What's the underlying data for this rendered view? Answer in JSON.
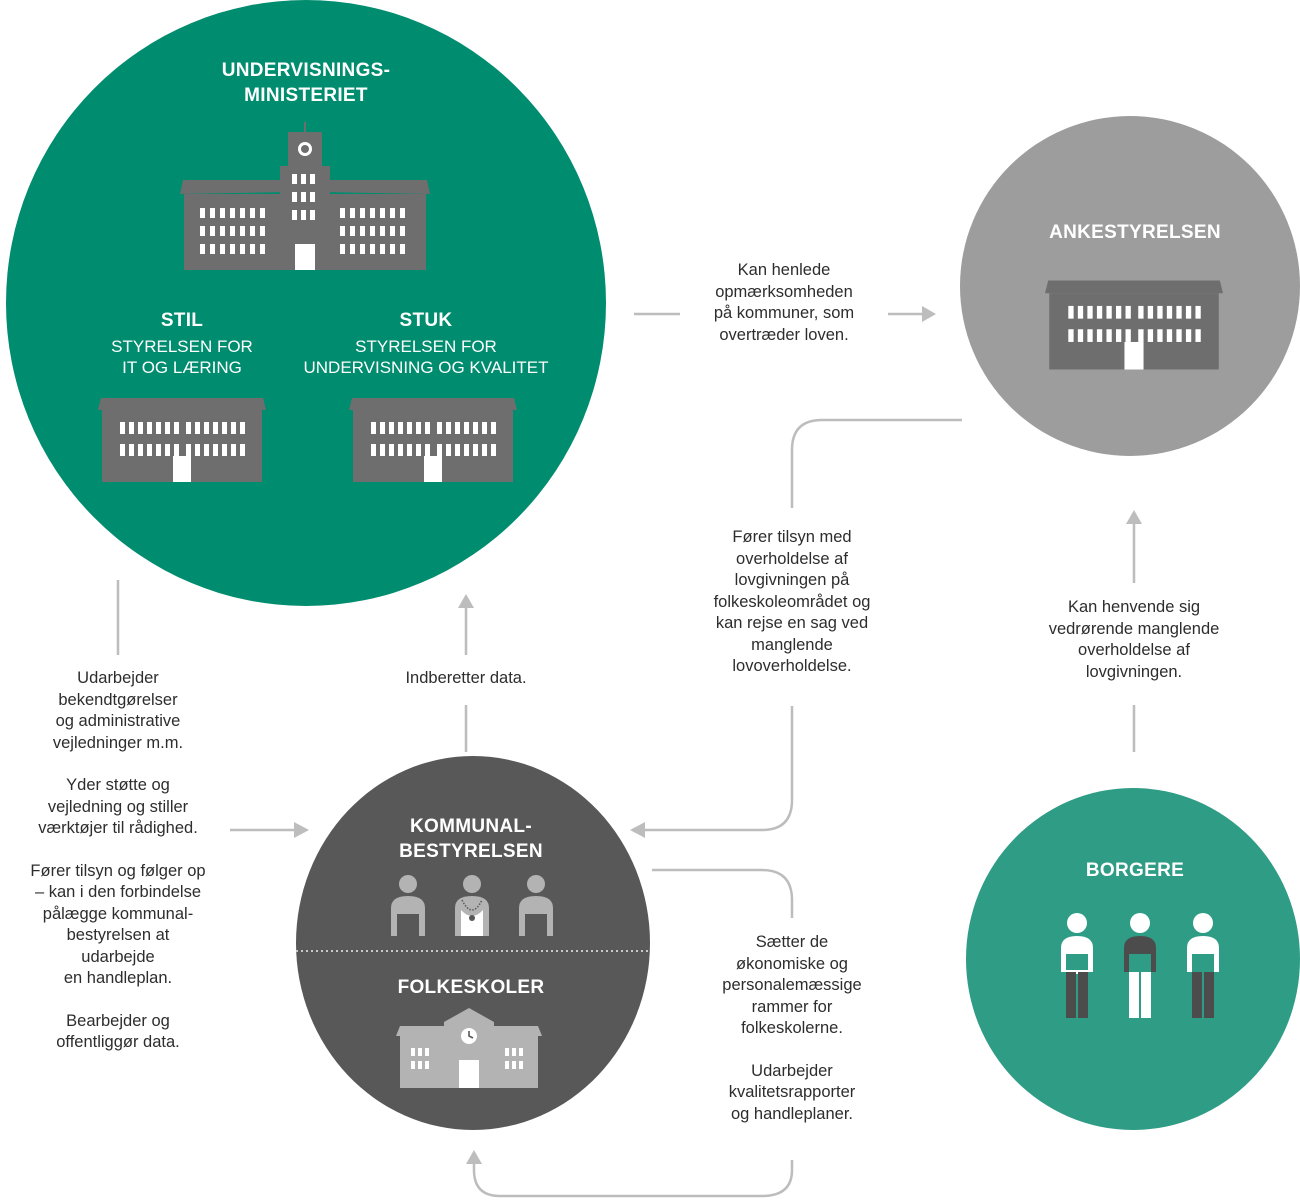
{
  "ministry": {
    "title": "UNDERVISNINGS-\nMINISTERIET",
    "stil": {
      "abbr": "STIL",
      "name": "STYRELSEN FOR\nIT OG LÆRING"
    },
    "stuk": {
      "abbr": "STUK",
      "name": "STYRELSEN  FOR\nUNDERVISNING OG KVALITET"
    }
  },
  "appeals": {
    "title": "ANKESTYRELSEN"
  },
  "council": {
    "title": "KOMMUNAL-\nBESTYRELSEN",
    "schools": "FOLKESKOLER"
  },
  "citizens": {
    "title": "BORGERE"
  },
  "notes": {
    "ministry_to_appeals": "Kan henlede\nopmærksomheden\npå kommuner, som\novertræder loven.",
    "appeals_to_council": "Fører tilsyn med\noverholdelse af\nlovgivningen på\nfolkeskoleområdet og\nkan rejse en sag ved\nmanglende\nlovoverholdelse.",
    "citizens_to_appeals": "Kan henvende sig\nvedrørende manglende\noverholdelse af\nlovgivningen.",
    "council_to_ministry": "Indberetter data.",
    "ministry_to_council": [
      "Udarbejder\nbekendtgørelser\nog administrative\nvejledninger m.m.",
      "Yder støtte og\nvejledning og stiller\nværktøjer til rådighed.",
      "Fører tilsyn og følger op\n– kan i den forbindelse\npålægge kommunal-\nbestyrelsen at\nudarbejde\nen handleplan.",
      "Bearbejder og\noffentliggør data."
    ],
    "council_to_schools": [
      "Sætter de\nøkonomiske og\npersonalemæssige\nrammer for\nfolkeskolerne.",
      "Udarbejder\nkvalitetsrapporter\nog handleplaner."
    ]
  },
  "colors": {
    "ministry_green": "#008c6e",
    "citizens_green": "#2f9c85",
    "appeals_gray": "#9d9d9d",
    "council_dark": "#585858",
    "building_gray": "#6e6e6e",
    "connector_gray": "#bdbdbd"
  },
  "icons": [
    "ministry-building-icon",
    "building-icon",
    "council-members-icon",
    "school-building-icon",
    "citizens-icon"
  ]
}
